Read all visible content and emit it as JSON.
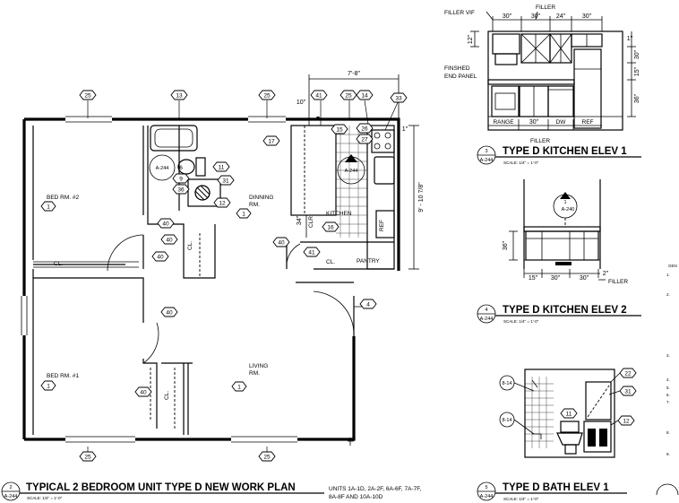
{
  "plan": {
    "room_bed2": "BED RM. #2",
    "room_bed1": "BED RM. #1",
    "room_dining_1": "DINNING",
    "room_dining_2": "RM.",
    "room_living_1": "LIVING",
    "room_living_2": "RM.",
    "room_kitchen": "KITCHEN",
    "room_pantry": "PANTRY",
    "closet_1": "CL.",
    "closet_2": "CL.",
    "closet_3": "CL.",
    "closet_4": "CL.",
    "closet_5": "CL.",
    "room_note": "1",
    "dim_kitchen_width": "7'-8\"",
    "dim_kitchen_height": "9' - 10 7/8\"",
    "dim_34": "34\"",
    "dim_10": "10\"",
    "dim_1": "1\"",
    "clr": "CLR.",
    "ref": "REF",
    "section_ref": "A-244",
    "tag_25": "25",
    "tag_13": "13",
    "tag_41": "41",
    "tag_14": "14",
    "tag_33": "33",
    "tag_17": "17",
    "tag_26": "26",
    "tag_27": "27",
    "tag_15": "15",
    "tag_16": "16",
    "tag_11": "11",
    "tag_31": "31",
    "tag_12": "12",
    "tag_9": "9",
    "tag_36": "36",
    "tag_6": "6",
    "tag_40": "40",
    "tag_4": "4",
    "title_num": "2",
    "title_sheet": "A-244",
    "title": "TYPICAL 2 BEDROOM UNIT TYPE D NEW WORK PLAN",
    "units_line1": "UNITS 1A-1D, 2A-2F, 6A-6F, 7A-7F,",
    "units_line2": "8A-8F AND 10A-10D",
    "scale": "SCALE: 1/4\" = 1'-0\""
  },
  "elev1": {
    "filler_vif": "FILLER VIF",
    "filler_top": "FILLER",
    "dim_30a": "30\"",
    "dim_30b": "30\"",
    "dim_24": "24\"",
    "dim_30c": "30\"",
    "dim_12": "12\"",
    "dim_30v": "30\"",
    "dim_15v": "15\"",
    "dim_36v": "36\"",
    "dim_1": "1\"",
    "finished_1": "FINSHED",
    "finished_2": "END PANEL",
    "range": "RANGE",
    "base_30": "30\"",
    "dw": "DW",
    "ref": "REF",
    "filler_bottom": "FILLER",
    "num": "3",
    "sheet": "A-244",
    "title": "TYPE D KITCHEN ELEV 1",
    "scale": "SCALE: 1/4\" = 1'-0\""
  },
  "elev2": {
    "dim_36": "36\"",
    "dim_15": "15\"",
    "dim_30a": "30\"",
    "dim_30b": "30\"",
    "dim_2": "2\"",
    "filler": "FILLER",
    "ref_num": "1",
    "ref_sheet": "A-240",
    "num": "4",
    "sheet": "A-244",
    "title": "TYPE D KITCHEN ELEV 2",
    "scale": "SCALE: 1/4\" = 1'-0\""
  },
  "bath": {
    "tag_22": "22",
    "tag_31": "31",
    "tag_11": "11",
    "tag_12": "12",
    "ref_a": "8-14",
    "ref_b": "8-14",
    "num": "5",
    "sheet": "A-244",
    "title": "TYPE D BATH ELEV 1",
    "scale": "SCALE: 1/4\" = 1'-0\""
  },
  "notes": {
    "header": "GEN",
    "n1": "1.",
    "n2": "2.",
    "n3": "3.",
    "n4": "4.",
    "n5": "5.",
    "n6": "6.",
    "n7": "7.",
    "n8": "8.",
    "n9": "9."
  }
}
